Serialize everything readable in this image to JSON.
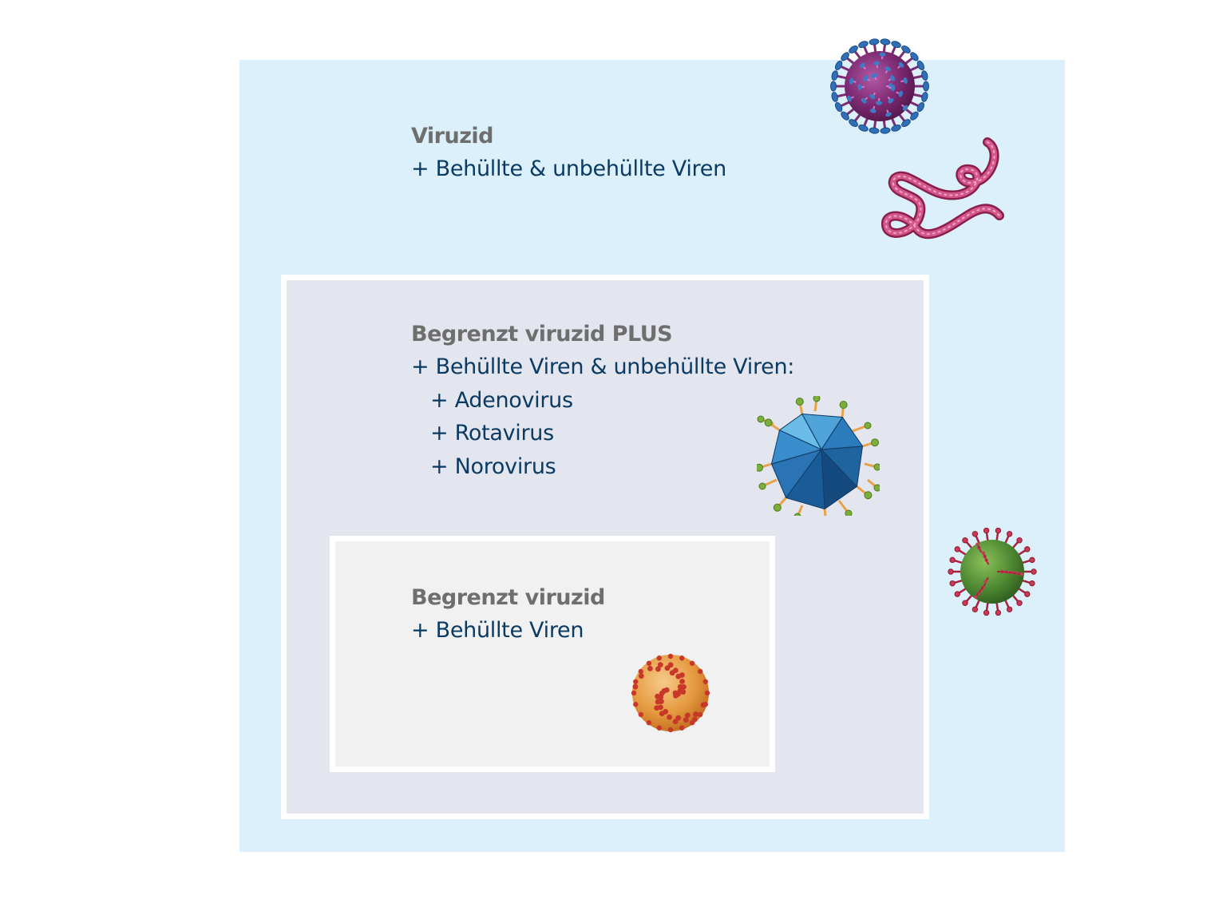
{
  "levels": {
    "viruzid": {
      "title": "Viruzid",
      "items": [
        "+ Behüllte & unbehüllte Viren"
      ]
    },
    "begrenzt_plus": {
      "title": "Begrenzt viruzid PLUS",
      "items": [
        "+ Behüllte Viren & unbehüllte Viren:"
      ],
      "sub_items": [
        "+ Adenovirus",
        "+ Rotavirus",
        "+ Norovirus"
      ]
    },
    "begrenzt": {
      "title": "Begrenzt viruzid",
      "items": [
        "+ Behüllte Viren"
      ]
    }
  },
  "colors": {
    "outer_bg": "#dcf0fb",
    "middle_bg": "#e3e6ee",
    "inner_bg": "#f1f1f2",
    "title": "#6e6e6e",
    "text": "#0b3a63"
  },
  "icons": [
    "influenza-virus-icon",
    "ebola-virus-icon",
    "adenovirus-icon",
    "coronavirus-icon",
    "spherical-virus-icon"
  ]
}
